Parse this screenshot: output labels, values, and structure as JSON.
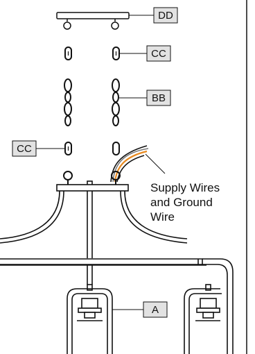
{
  "labels": {
    "dd": "DD",
    "cc_top": "CC",
    "bb": "BB",
    "cc_left": "CC",
    "a": "A"
  },
  "caption": {
    "line1": "Supply Wires",
    "line2": "and Ground",
    "line3": "Wire"
  },
  "colors": {
    "line": "#111111",
    "label_box": "#e2e2e2",
    "wire_orange": "#e8891e",
    "wire_gray": "#777777"
  }
}
